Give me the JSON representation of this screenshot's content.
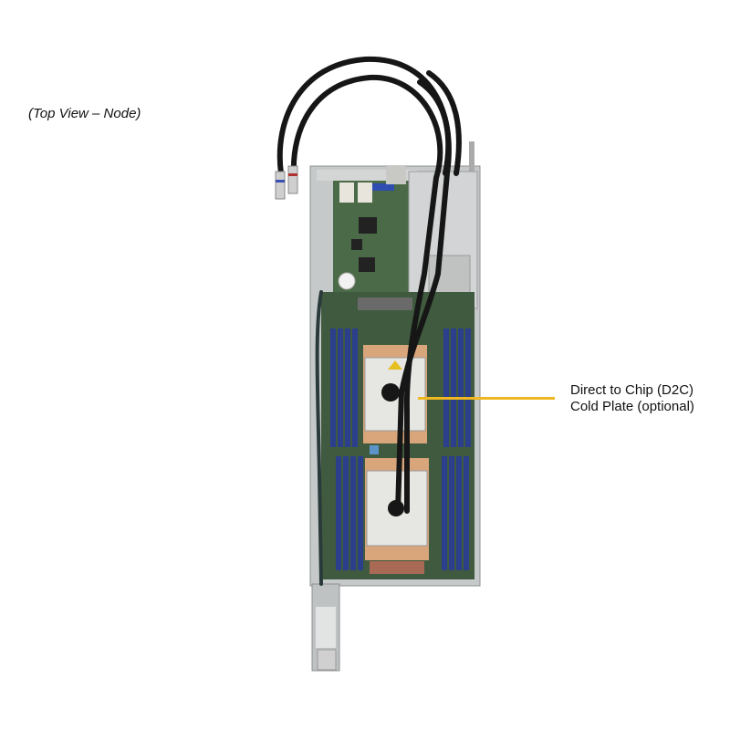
{
  "figure": {
    "view_caption": "(Top View – Node)",
    "callout": {
      "line1": "Direct to Chip (D2C)",
      "line2": "Cold Plate (optional)",
      "line_color": "#F0B820"
    },
    "colors": {
      "pcb_green": "#3f5a3e",
      "chassis_gray": "#b9bcbd",
      "dimm_blue": "#2b3f8c",
      "cold_plate": "#e6e6e2",
      "copper": "#d9a57a",
      "hose_black": "#161616",
      "fitting_blue_ring": "#3a4fb0",
      "fitting_red_ring": "#b03030"
    }
  }
}
